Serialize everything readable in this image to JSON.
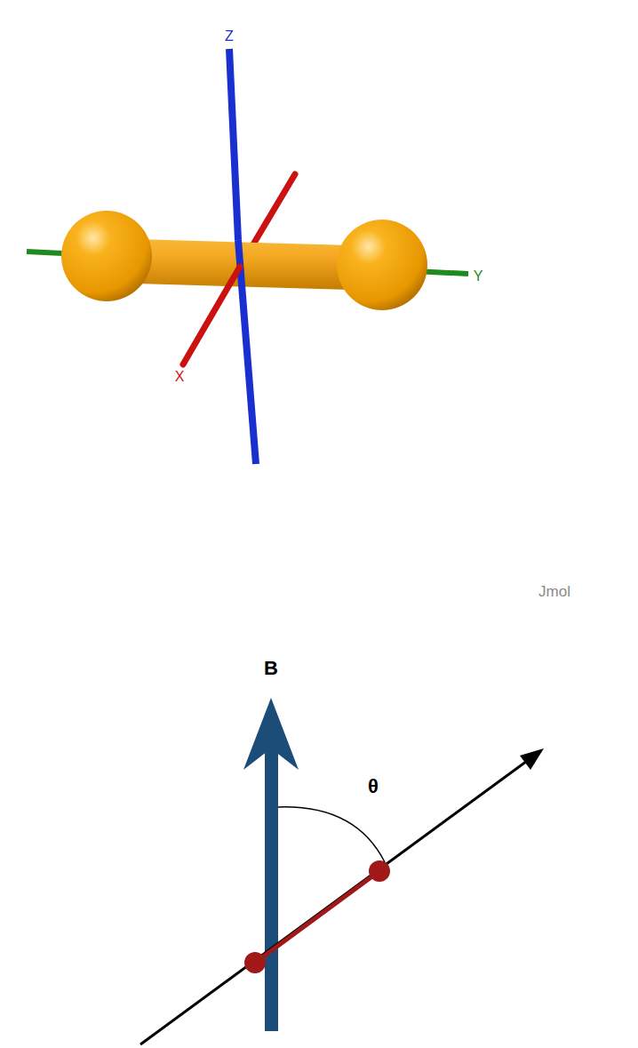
{
  "diagram": {
    "labels": [
      "Z",
      "X",
      "Y",
      "Jmol",
      "B",
      "θ"
    ]
  }
}
